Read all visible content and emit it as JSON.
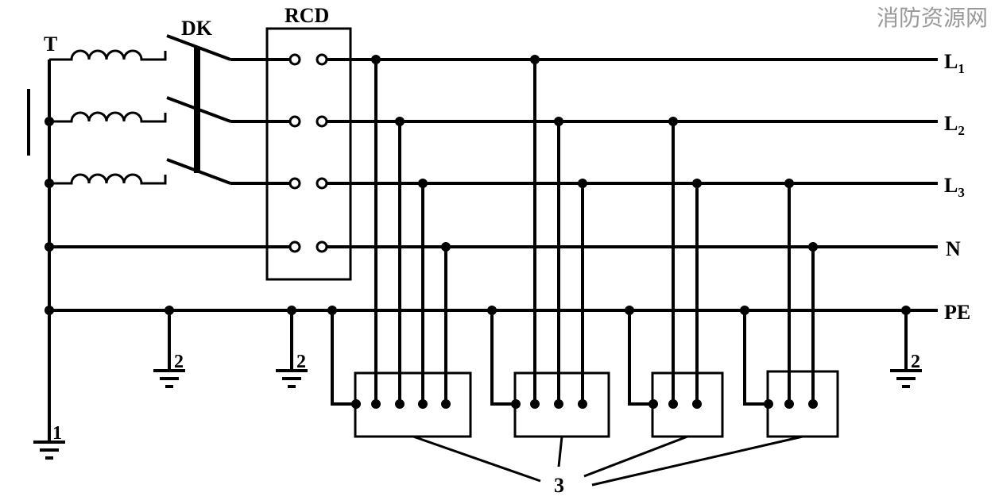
{
  "watermark": "消防资源网",
  "labels": {
    "transformer": "T",
    "switch": "DK",
    "rcd": "RCD",
    "earth_main": "1",
    "earth_rep": "2",
    "loads": "3"
  },
  "lines": [
    {
      "key": "L1",
      "base": "L",
      "sub": "1"
    },
    {
      "key": "L2",
      "base": "L",
      "sub": "2"
    },
    {
      "key": "L3",
      "base": "L",
      "sub": "3"
    },
    {
      "key": "N",
      "base": "N",
      "sub": ""
    },
    {
      "key": "PE",
      "base": "PE",
      "sub": ""
    }
  ]
}
